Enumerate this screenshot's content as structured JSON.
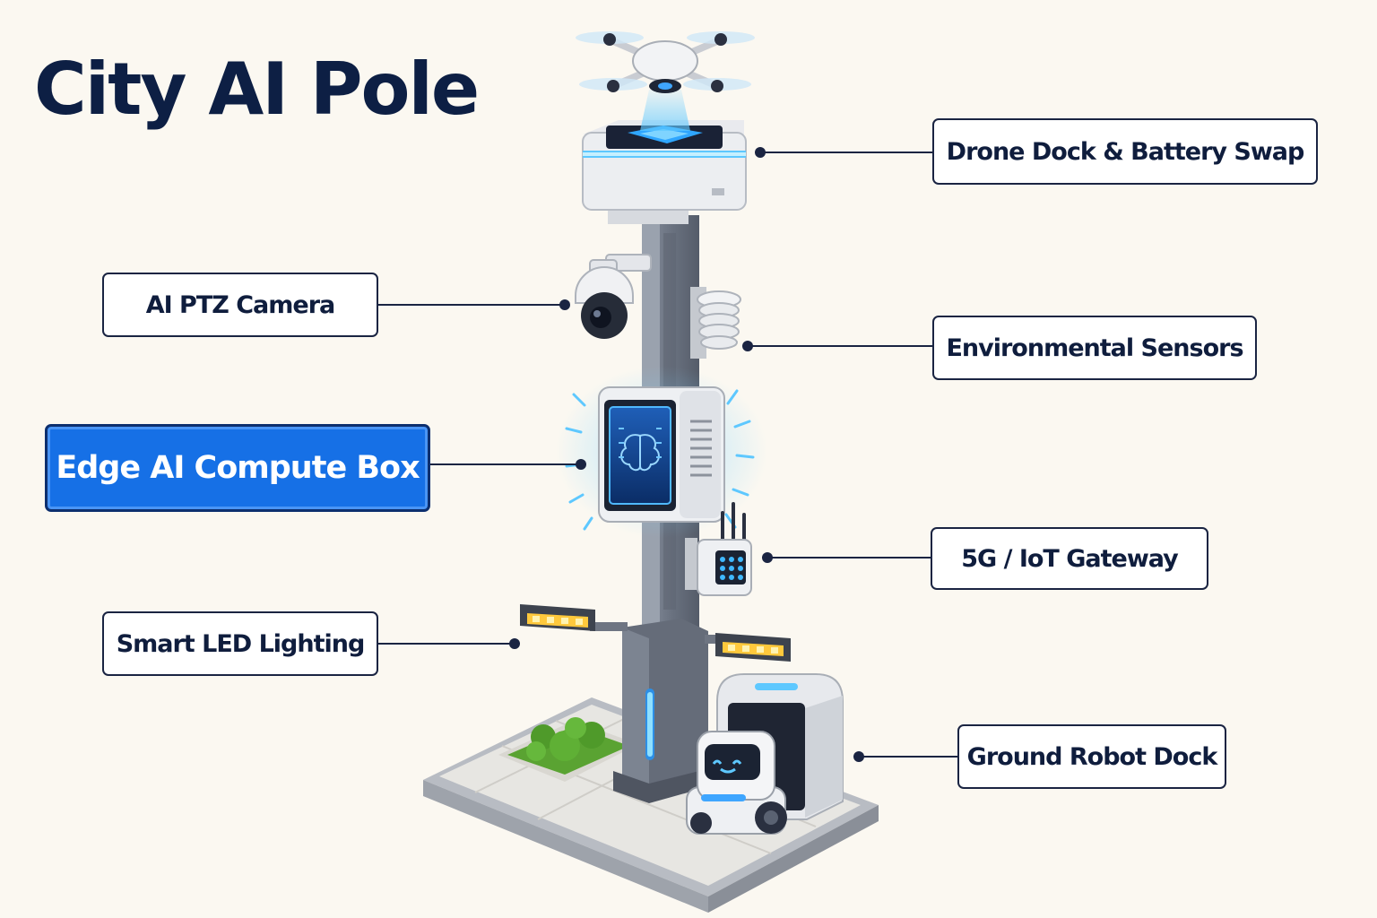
{
  "title": "City AI Pole",
  "labels": {
    "drone_dock": "Drone Dock & Battery Swap",
    "ptz_camera": "AI PTZ Camera",
    "env_sensors": "Environmental Sensors",
    "edge_compute": "Edge AI Compute Box",
    "gateway": "5G / IoT Gateway",
    "led_lighting": "Smart LED Lighting",
    "robot_dock": "Ground Robot Dock"
  },
  "colors": {
    "accent": "#1670e6",
    "text": "#0f1d3d",
    "background": "#fbf8f1",
    "glow": "#3fb8ff",
    "led": "#ffc93c",
    "grass": "#5aa332"
  }
}
